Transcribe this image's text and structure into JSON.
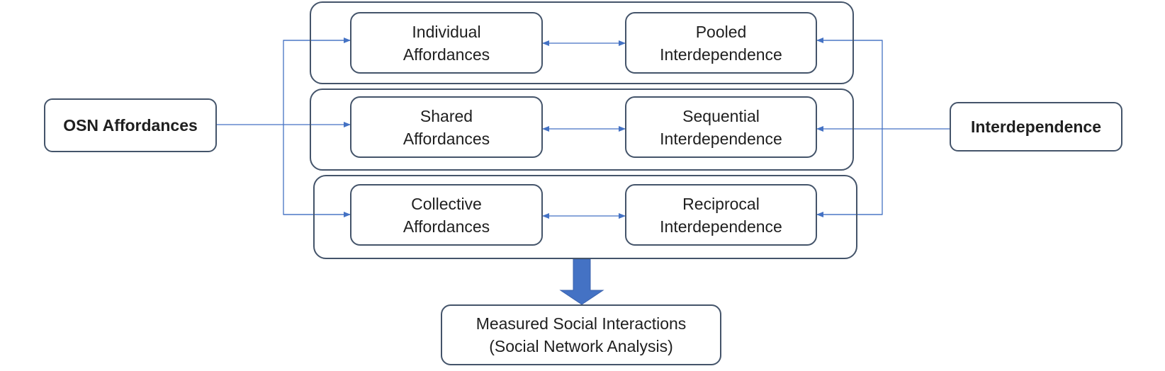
{
  "left_source": {
    "label": "OSN Affordances"
  },
  "right_source": {
    "label": "Interdependence"
  },
  "rows": [
    {
      "affordance": [
        "Individual",
        "Affordances"
      ],
      "interdependence": [
        "Pooled",
        "Interdependence"
      ]
    },
    {
      "affordance": [
        "Shared",
        "Affordances"
      ],
      "interdependence": [
        "Sequential",
        "Interdependence"
      ]
    },
    {
      "affordance": [
        "Collective",
        "Affordances"
      ],
      "interdependence": [
        "Reciprocal",
        "Interdependence"
      ]
    }
  ],
  "outcome": {
    "line1": "Measured Social Interactions",
    "line2": "(Social Network Analysis)"
  },
  "colors": {
    "border": "#44546a",
    "connector": "#4472c4",
    "big_arrow": "#4472c4"
  }
}
